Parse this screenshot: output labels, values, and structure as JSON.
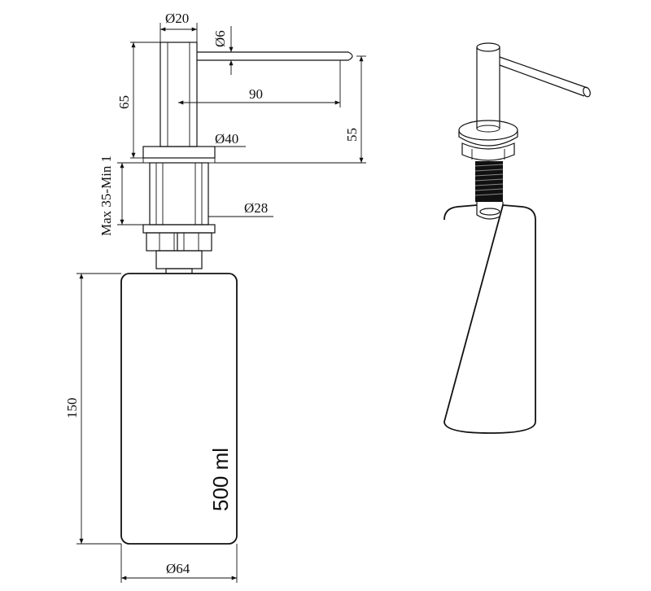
{
  "dimensions": {
    "spout_diameter": "Ø20",
    "nozzle_diameter": "Ø6",
    "spout_height": "65",
    "spout_reach": "90",
    "height_above_deck": "55",
    "flange_diameter": "Ø40",
    "deck_thickness": "Max 35-Min 1",
    "thread_diameter": "Ø28",
    "bottle_height": "150",
    "bottle_diameter": "Ø64"
  },
  "bottle": {
    "capacity_label": "500 ml"
  },
  "colors": {
    "line": "#111111",
    "background": "#ffffff"
  }
}
